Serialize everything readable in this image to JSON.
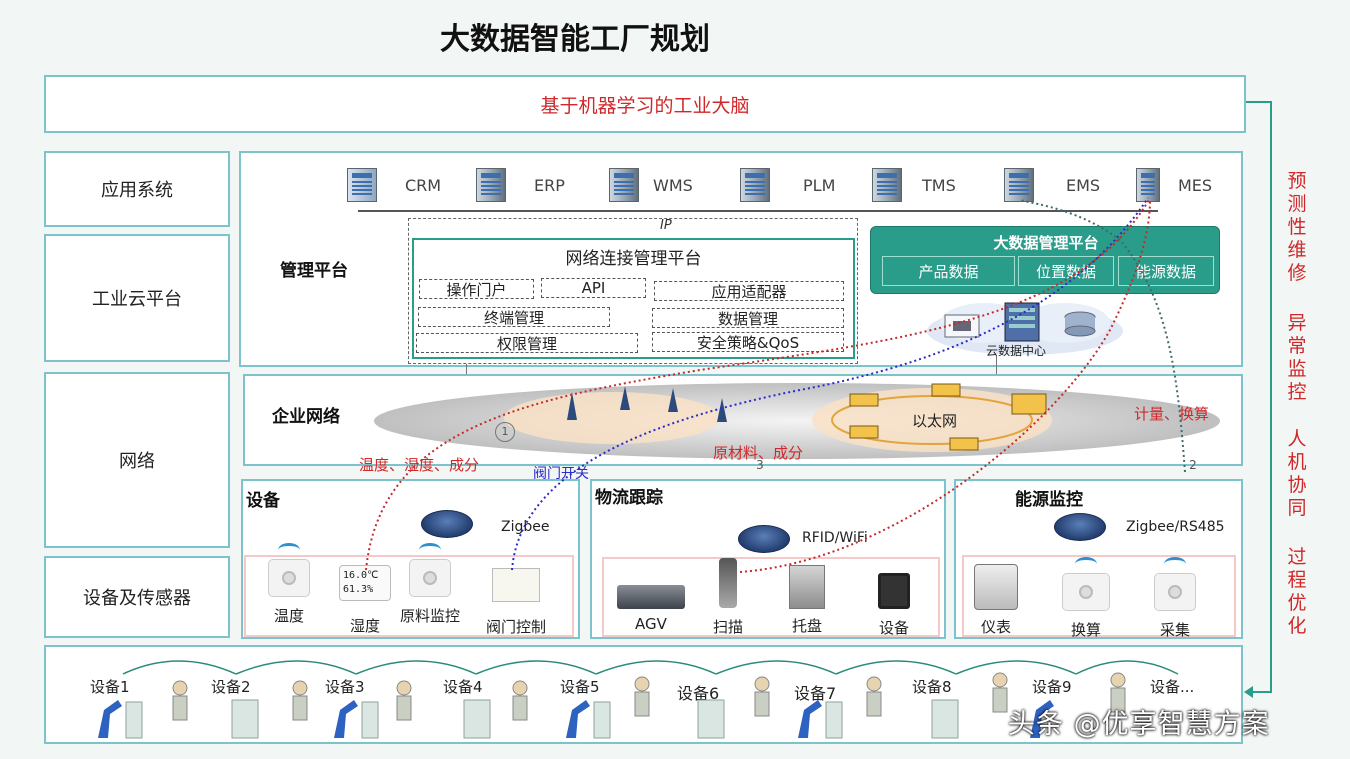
{
  "title": "大数据智能工厂规划",
  "brain": "基于机器学习的工业大脑",
  "layers": [
    "应用系统",
    "工业云平台",
    "网络",
    "设备及传感器"
  ],
  "management_label": "管理平台",
  "systems": [
    "CRM",
    "ERP",
    "WMS",
    "PLM",
    "TMS",
    "EMS",
    "MES"
  ],
  "ip_label": "IP",
  "network_mgmt": {
    "title": "网络连接管理平台",
    "items": [
      "操作门户",
      "API",
      "应用适配器",
      "终端管理",
      "数据管理",
      "权限管理",
      "安全策略&QoS"
    ]
  },
  "bigdata": {
    "title": "大数据管理平台",
    "items": [
      "产品数据",
      "位置数据",
      "能源数据"
    ]
  },
  "cloud_label": "云数据中心",
  "enterprise_network": "企业网络",
  "ethernet": "以太网",
  "annotations": {
    "temp_humidity": "温度、湿度、成分",
    "valve": "阀门开关",
    "material": "原材料、成分",
    "metering": "计量、换算",
    "num1": "1",
    "num2": "2",
    "num3": "3"
  },
  "sections": {
    "devices": {
      "title": "设备",
      "protocol": "Zigbee",
      "items": [
        "温度",
        "湿度",
        "原料监控",
        "阀门控制"
      ],
      "display_line1": "16.0℃",
      "display_line2": "61.3%"
    },
    "logistics": {
      "title": "物流跟踪",
      "protocol": "RFID/WiFi",
      "items": [
        "AGV",
        "扫描",
        "托盘",
        "设备"
      ]
    },
    "energy": {
      "title": "能源监控",
      "protocol": "Zigbee/RS485",
      "items": [
        "仪表",
        "换算",
        "采集"
      ]
    }
  },
  "right_labels": [
    "预测性维修",
    "异常监控",
    "人机协同",
    "过程优化"
  ],
  "bottom_devices": [
    "设备1",
    "设备2",
    "设备3",
    "设备4",
    "设备5",
    "设备6",
    "设备7",
    "设备8",
    "设备9",
    "设备..."
  ],
  "watermark": "头条 @优享智慧方案",
  "colors": {
    "accent_red": "#d0282a",
    "teal": "#2a9c8a",
    "frame": "#7cc3cc",
    "dotted_blue": "#2b2bc9",
    "dotted_gray": "#3d6b6b"
  }
}
